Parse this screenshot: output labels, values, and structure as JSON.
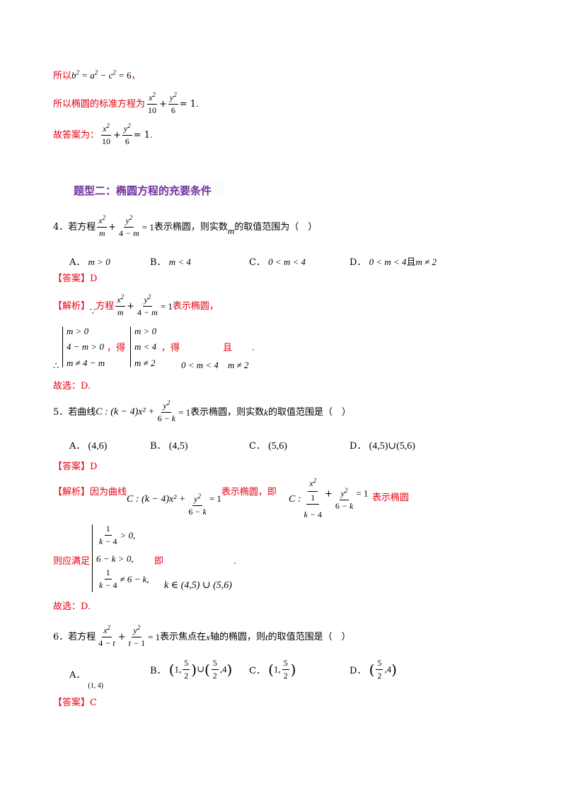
{
  "top": {
    "line1_prefix": "所以",
    "line1_math": "b² = a² − c² = 6",
    "line1_suffix": "，",
    "line2_prefix": "所以椭圆的标准方程为",
    "line2_suffix": ".",
    "line3_prefix": "故答案为：",
    "line3_suffix": "."
  },
  "heading": {
    "title": "题型二：椭圆方程的充要条件"
  },
  "q4": {
    "number": "4．若方程",
    "mid": "表示椭圆，则实数",
    "var": "m",
    "tail": "的取值范围为（　）",
    "optA_label": "A．",
    "optA": "m > 0",
    "optB_label": "B．",
    "optB": "m < 4",
    "optC_label": "C．",
    "optC": "0 < m < 4",
    "optD_label": "D．",
    "optD": "0 < m < 4",
    "optD_mid": "且",
    "optD_tail": "m ≠ 2",
    "answer": "【答案】D",
    "analysis_label": "【解析】",
    "because": "∵",
    "analysis_text1": "方程",
    "analysis_text2": "表示椭圆，",
    "therefore": "∴",
    "sys1": [
      "m > 0",
      "4 − m > 0",
      "m ≠ 4 − m"
    ],
    "comma1": "，得",
    "sys2": [
      "m > 0",
      "m < 4",
      "m ≠ 2"
    ],
    "comma2": "，得",
    "result1": "0 < m < 4",
    "and": "且",
    "result2": "m ≠ 2",
    "dot": ".",
    "choose": "故选：D."
  },
  "q5": {
    "number": "5．若曲线",
    "curve": "C : (k − 4)x² +",
    "mid": "表示椭圆，则实数",
    "var": "k",
    "tail": "的取值范围是（　）",
    "optA_label": "A．",
    "optA": "(4,6)",
    "optB_label": "B．",
    "optB": "(4,5)",
    "optC_label": "C．",
    "optC": "(5,6)",
    "optD_label": "D．",
    "optD": "(4,5)∪(5,6)",
    "answer": "【答案】D",
    "analysis_label": "【解析】",
    "analysis_text1": "因为曲线",
    "analysis_text2": "表示椭圆，即",
    "analysis_text3": "表示椭圆",
    "should": "则应满足",
    "sys_row2": "6 − k > 0,",
    "sys_row1_tail": "> 0,",
    "sys_row3_tail": "≠ 6 − k,",
    "ji": "即",
    "result": "k ∈ (4,5) ∪ (5,6)",
    "dot": ".",
    "choose": "故选：D."
  },
  "q6": {
    "number": "6．若方程",
    "mid": "表示焦点在",
    "xvar": "x",
    "mid2": "轴的椭圆，则",
    "tvar": "t",
    "tail": "的取值范围是（　）",
    "optA_label": "A．",
    "optA": "(1, 4)",
    "optB_label": "B．",
    "optC_label": "C．",
    "optD_label": "D．",
    "answer": "【答案】C"
  }
}
